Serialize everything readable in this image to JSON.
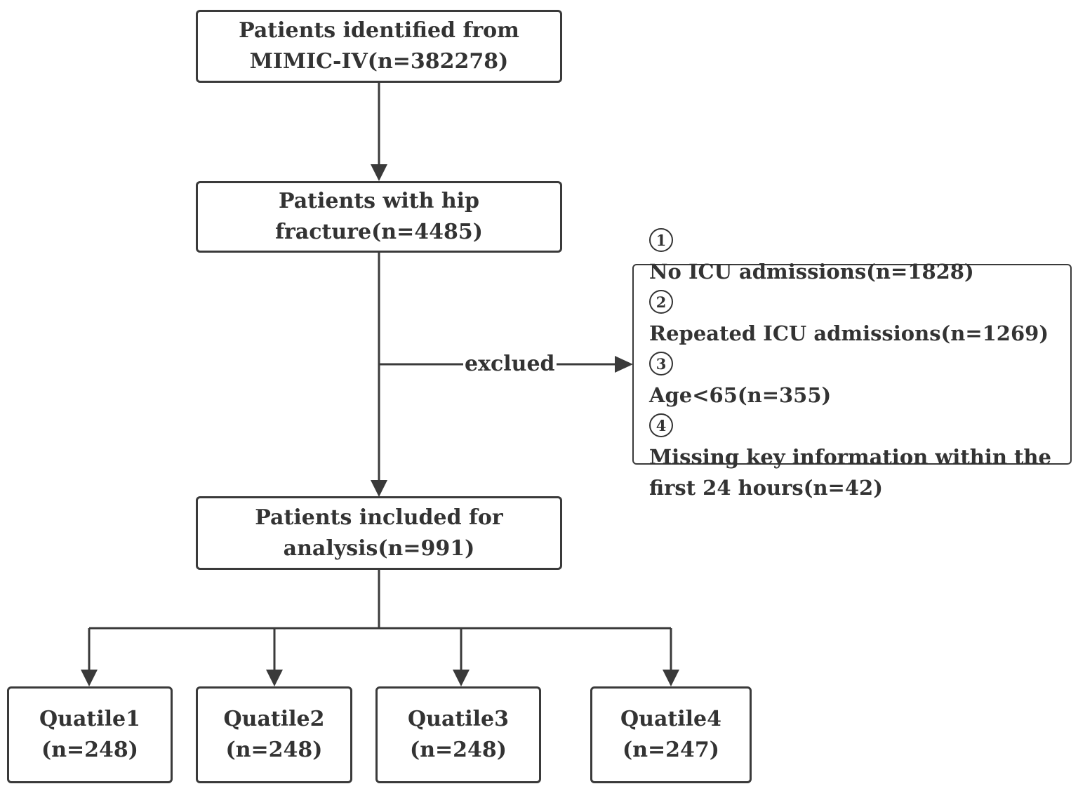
{
  "nodes": {
    "identified": {
      "line1": "Patients identified from",
      "line2": "MIMIC-IV(n=382278)"
    },
    "hip_fracture": {
      "line1": "Patients with hip",
      "line2": "fracture(n=4485)"
    },
    "included": {
      "line1": "Patients included for",
      "line2": "analysis(n=991)"
    },
    "exclusions": [
      {
        "marker": "1",
        "text": "No ICU admissions(n=1828)"
      },
      {
        "marker": "2",
        "text": "Repeated ICU admissions(n=1269)"
      },
      {
        "marker": "3",
        "text": "Age<65(n=355)"
      },
      {
        "marker": "4",
        "text": "Missing key information within the"
      },
      {
        "marker": "",
        "text": "first 24 hours(n=42)"
      }
    ],
    "quartiles": [
      {
        "label": "Quatile1",
        "count": "(n=248)"
      },
      {
        "label": "Quatile2",
        "count": "(n=248)"
      },
      {
        "label": "Quatile3",
        "count": "(n=248)"
      },
      {
        "label": "Quatile4",
        "count": "(n=247)"
      }
    ]
  },
  "edges": {
    "exclusion_label": "exclued"
  },
  "colors": {
    "stroke": "#3a3a3a",
    "text": "#333333",
    "background": "#ffffff"
  }
}
